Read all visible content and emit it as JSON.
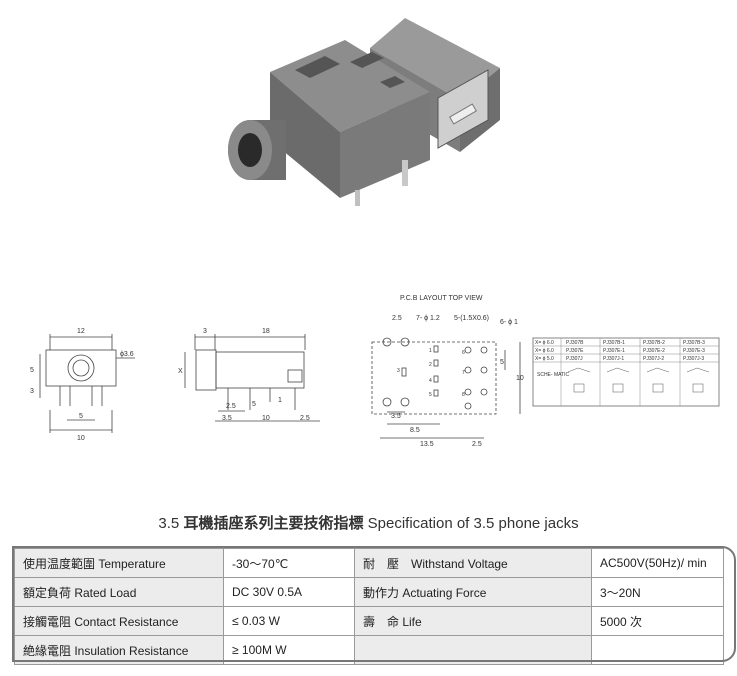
{
  "pcb_caption": "P.C.B LAYOUT     TOP VIEW",
  "front_view": {
    "width": "12",
    "height": "5",
    "lower": "3",
    "dia": "ϕ3.6",
    "pin": "5",
    "base": "10"
  },
  "side_view": {
    "top1": "3",
    "top2": "18",
    "xlabel": "X",
    "d1": "2.5",
    "d2": "5",
    "d3": "1",
    "b1": "3.5",
    "b2": "10",
    "b3": "2.5"
  },
  "pcb_dims": {
    "d25": "2.5",
    "holes7": "7- ϕ 1.2",
    "slots": "5-(1.5X0.6)",
    "holes6": "6- ϕ 1",
    "h5": "5",
    "h10": "10",
    "d35": "3.5",
    "d85": "8.5",
    "d135": "13.5",
    "d25b": "2.5"
  },
  "pcb_pin_numbers": [
    "1",
    "2",
    "3",
    "4",
    "5",
    "6",
    "7",
    "8"
  ],
  "schematic_label": "SCHE-\nMATIC",
  "model_table": {
    "rows": [
      [
        "X= ϕ 6.0",
        "PJ307B",
        "PJ307B-1",
        "PJ307B-2",
        "PJ307B-3"
      ],
      [
        "X= ϕ 6.0",
        "PJ307E",
        "PJ307E-1",
        "PJ307E-2",
        "PJ307E-3"
      ],
      [
        "X= ϕ 5.0",
        "PJ307J",
        "PJ307J-1",
        "PJ307J-2",
        "PJ307J-3"
      ]
    ]
  },
  "spec": {
    "title_num": "3.5",
    "title_cn": "耳機插座系列主要技術指標",
    "title_en": "Specification of 3.5 phone jacks",
    "rows": [
      {
        "l1": "使用温度範圍 Temperature",
        "v1": "-30～70℃",
        "l2": "耐　壓　Withstand Voltage",
        "v2": "AC500V(50Hz)/ min"
      },
      {
        "l1": "額定負荷  Rated Load",
        "v1": "DC  30V  0.5A",
        "l2": "動作力  Actuating Force",
        "v2": "3～20N"
      },
      {
        "l1": "接觸電阻  Contact Resistance",
        "v1": "≤ 0.03 W",
        "l2": "壽　命  Life",
        "v2": "5000 次"
      },
      {
        "l1": "絶緣電阻  Insulation Resistance",
        "v1": "≥ 100M W",
        "l2": "",
        "v2": ""
      }
    ]
  }
}
